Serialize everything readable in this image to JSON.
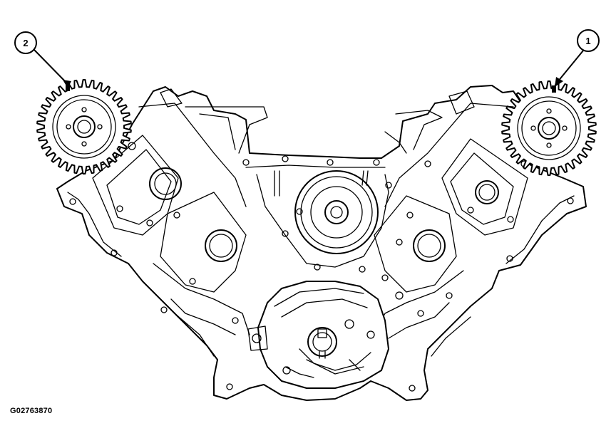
{
  "figure": {
    "id_label": "G02763870",
    "callouts": [
      {
        "number": "1"
      },
      {
        "number": "2"
      }
    ]
  },
  "colors": {
    "line": "#000000",
    "background": "#ffffff"
  }
}
